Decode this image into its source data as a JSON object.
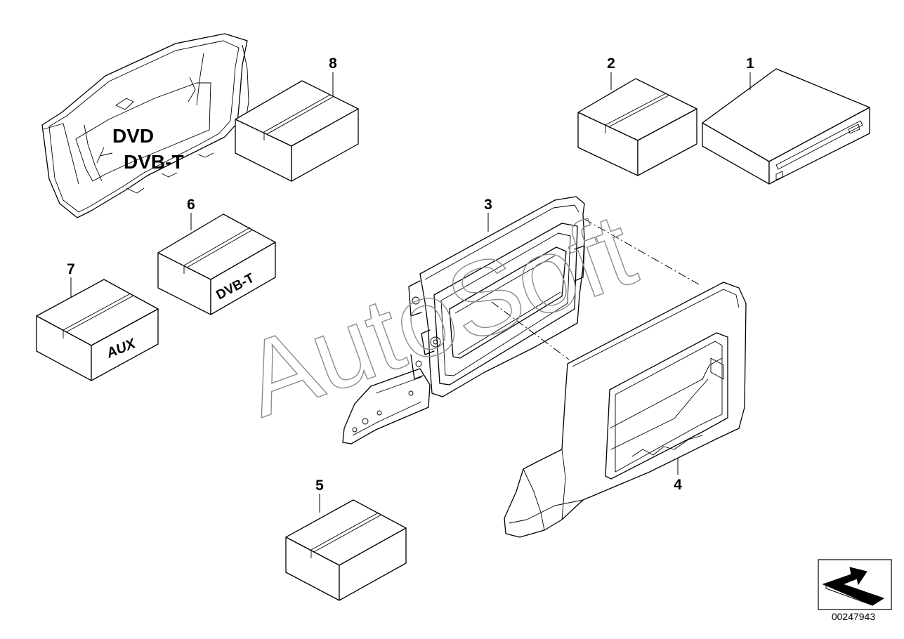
{
  "callouts": {
    "p1": "1",
    "p2": "2",
    "p3": "3",
    "p4": "4",
    "p5": "5",
    "p6": "6",
    "p7": "7",
    "p8": "8"
  },
  "box_labels": {
    "display_line1": "DVD",
    "display_line2": "DVB-T",
    "box6": "DVB-T",
    "box7": "AUX"
  },
  "watermark": "AutoSoft",
  "doc_number": "00247943",
  "icons": {
    "reference": "direction-arrow-icon"
  }
}
